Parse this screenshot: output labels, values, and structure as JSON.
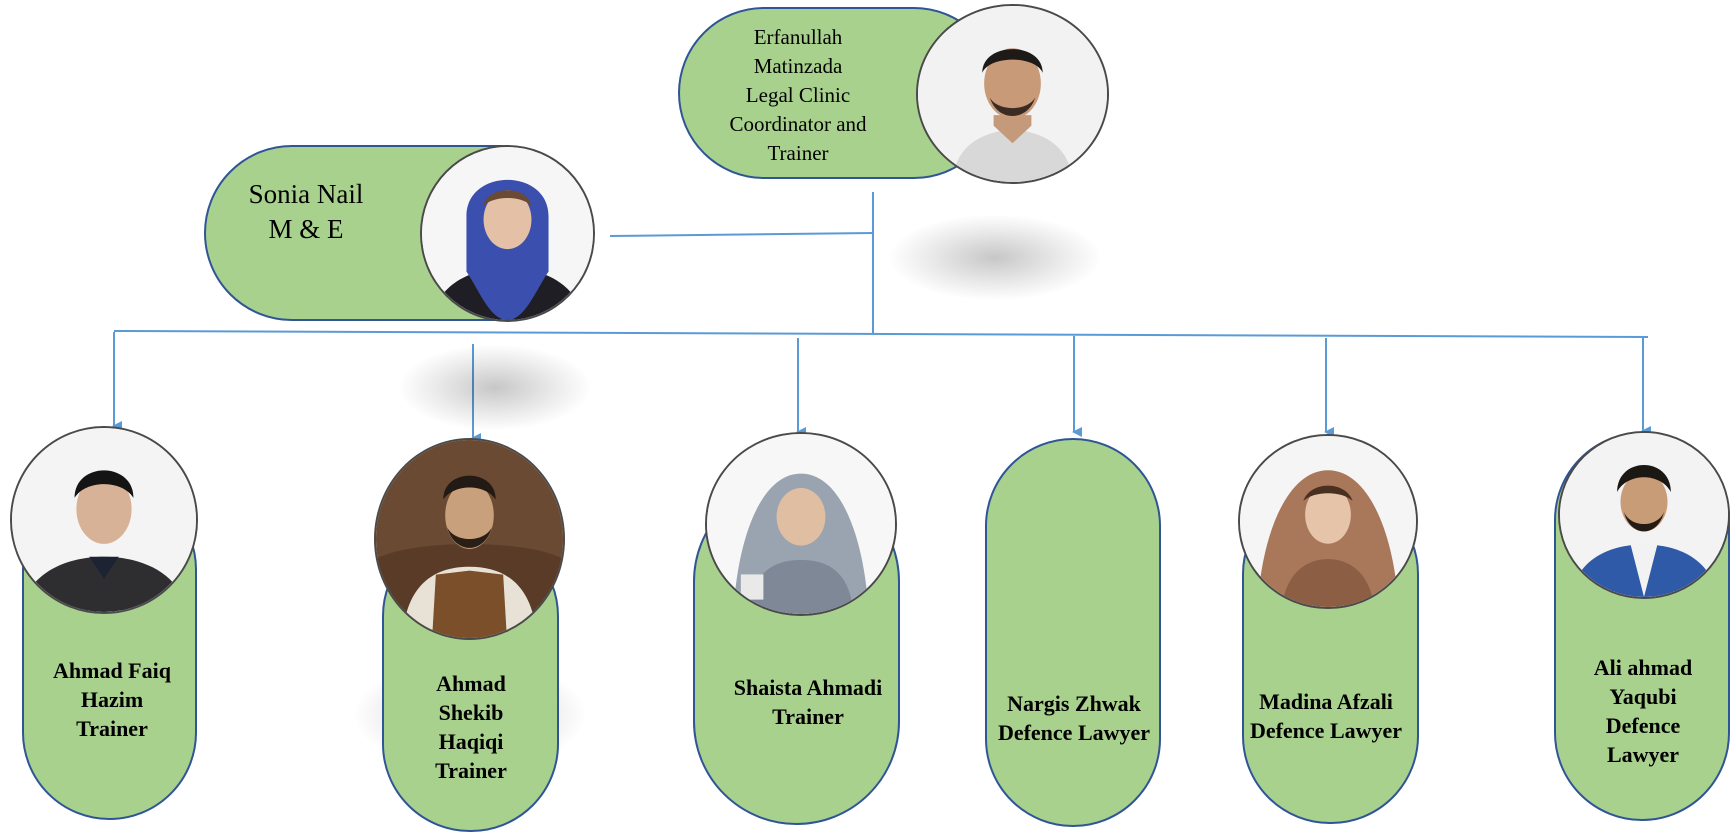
{
  "coordinator": {
    "lines": [
      "Erfanullah",
      "Matinzada",
      "Legal Clinic",
      "Coordinator and",
      "Trainer"
    ]
  },
  "me": {
    "lines": [
      "Sonia Nail",
      "M & E"
    ]
  },
  "staff": [
    {
      "lines": [
        "Ahmad Faiq",
        "Hazim",
        "Trainer"
      ],
      "photo": "man-dark-suit"
    },
    {
      "lines": [
        "Ahmad",
        "Shekib",
        "Haqiqi",
        "Trainer"
      ],
      "photo": "man-brown-vest"
    },
    {
      "lines": [
        "Shaista Ahmadi",
        "Trainer"
      ],
      "photo": "woman-grey-scarf"
    },
    {
      "lines": [
        "Nargis Zhwak",
        "Defence Lawyer"
      ],
      "photo": "none"
    },
    {
      "lines": [
        "Madina Afzali",
        "Defence Lawyer"
      ],
      "photo": "woman-brown-scarf"
    },
    {
      "lines": [
        "Ali ahmad",
        "Yaqubi",
        "Defence",
        "Lawyer"
      ],
      "photo": "man-blue-jacket"
    }
  ],
  "colors": {
    "pill_fill": "#a9d18e",
    "pill_border": "#2f5597",
    "connector": "#5b9bd5"
  }
}
